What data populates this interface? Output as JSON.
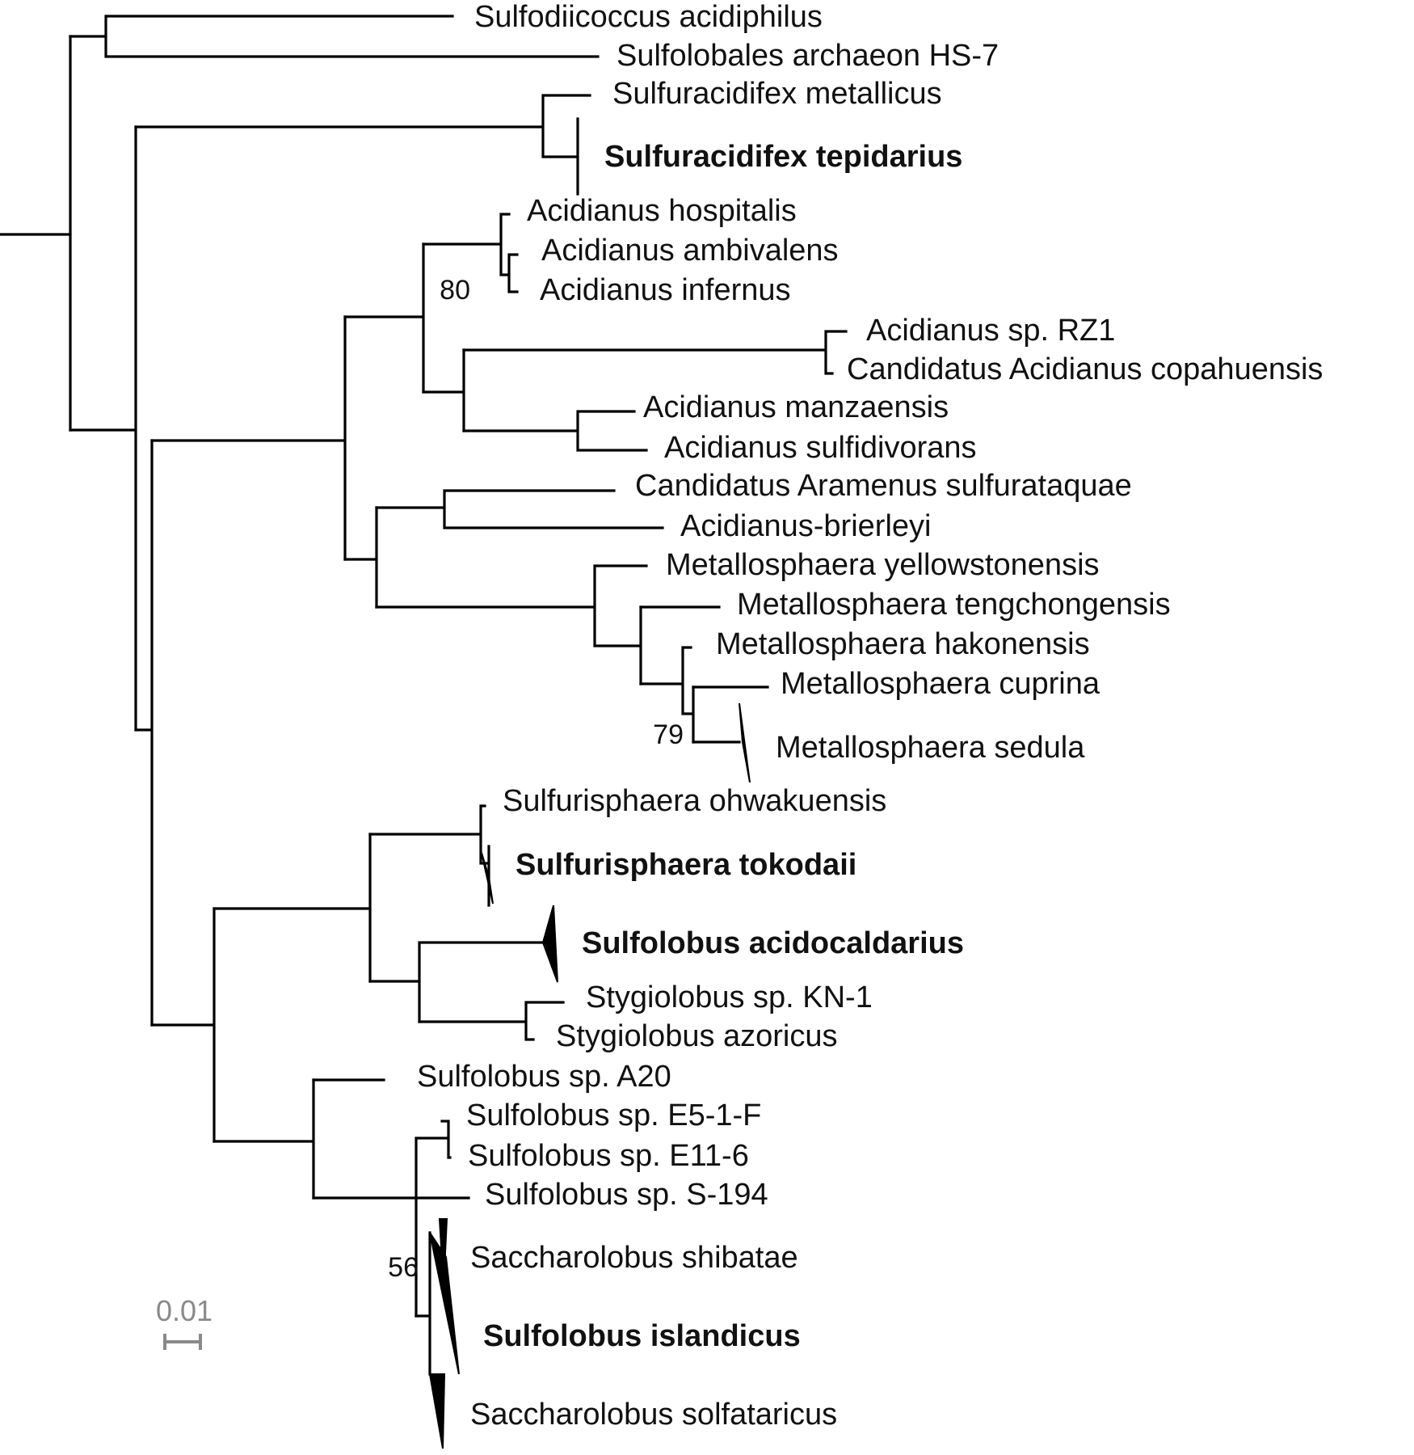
{
  "taxa": [
    {
      "id": "t01",
      "label": "Sulfodiicoccus acidiphilus",
      "bold": false
    },
    {
      "id": "t02",
      "label": "Sulfolobales archaeon HS-7",
      "bold": false
    },
    {
      "id": "t03",
      "label": "Sulfuracidifex metallicus",
      "bold": false
    },
    {
      "id": "t04",
      "label": "Sulfuracidifex tepidarius",
      "bold": true
    },
    {
      "id": "t05",
      "label": "Acidianus hospitalis",
      "bold": false
    },
    {
      "id": "t06",
      "label": "Acidianus ambivalens",
      "bold": false
    },
    {
      "id": "t07",
      "label": "Acidianus infernus",
      "bold": false
    },
    {
      "id": "t08",
      "label": "Acidianus sp. RZ1",
      "bold": false
    },
    {
      "id": "t09",
      "label": "Candidatus Acidianus copahuensis",
      "bold": false
    },
    {
      "id": "t10",
      "label": "Acidianus manzaensis",
      "bold": false
    },
    {
      "id": "t11",
      "label": "Acidianus sulfidivorans",
      "bold": false
    },
    {
      "id": "t12",
      "label": "Candidatus Aramenus sulfurataquae",
      "bold": false
    },
    {
      "id": "t13",
      "label": "Acidianus-brierleyi",
      "bold": false
    },
    {
      "id": "t14",
      "label": "Metallosphaera yellowstonensis",
      "bold": false
    },
    {
      "id": "t15",
      "label": "Metallosphaera tengchongensis",
      "bold": false
    },
    {
      "id": "t16",
      "label": "Metallosphaera hakonensis",
      "bold": false
    },
    {
      "id": "t17",
      "label": "Metallosphaera cuprina",
      "bold": false
    },
    {
      "id": "t18",
      "label": "Metallosphaera sedula",
      "bold": false
    },
    {
      "id": "t19",
      "label": "Sulfurisphaera ohwakuensis",
      "bold": false
    },
    {
      "id": "t20",
      "label": "Sulfurisphaera tokodaii",
      "bold": true
    },
    {
      "id": "t21",
      "label": "Sulfolobus acidocaldarius",
      "bold": true
    },
    {
      "id": "t22",
      "label": "Stygiolobus sp. KN-1",
      "bold": false
    },
    {
      "id": "t23",
      "label": "Stygiolobus azoricus",
      "bold": false
    },
    {
      "id": "t24",
      "label": "Sulfolobus sp. A20",
      "bold": false
    },
    {
      "id": "t25",
      "label": "Sulfolobus sp. E5-1-F",
      "bold": false
    },
    {
      "id": "t26",
      "label": "Sulfolobus sp. E11-6",
      "bold": false
    },
    {
      "id": "t27",
      "label": "Sulfolobus sp. S-194",
      "bold": false
    },
    {
      "id": "t28",
      "label": "Saccharolobus shibatae",
      "bold": false
    },
    {
      "id": "t29",
      "label": "Sulfolobus islandicus",
      "bold": true
    },
    {
      "id": "t30",
      "label": "Saccharolobus solfataricus",
      "bold": false
    }
  ],
  "support_values": [
    {
      "id": "s1",
      "label": "80"
    },
    {
      "id": "s2",
      "label": "79"
    },
    {
      "id": "s3",
      "label": "56"
    }
  ],
  "scale_bar": {
    "label": "0.01",
    "value": 0.01
  },
  "colors": {
    "branch": "#000000",
    "scale": "#8a8a8a"
  }
}
